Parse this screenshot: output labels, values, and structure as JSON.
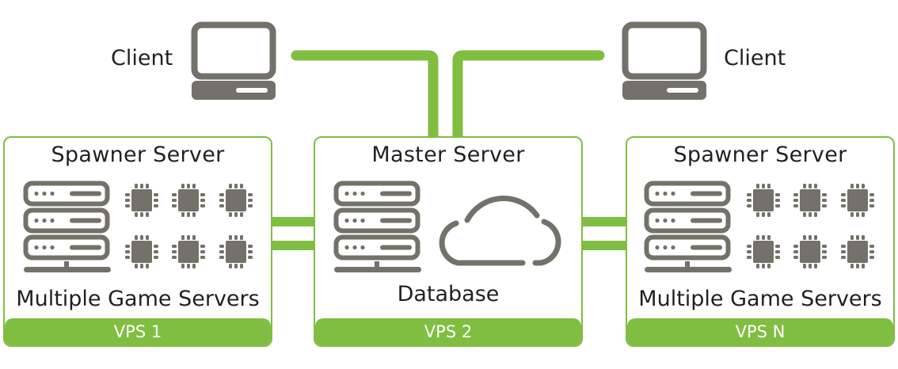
{
  "colors": {
    "accent": "#80be41",
    "icon": "#737169",
    "text": "#231f20"
  },
  "clients": [
    {
      "label": "Client",
      "icon": "desktop-computer-icon"
    },
    {
      "label": "Client",
      "icon": "desktop-computer-icon"
    }
  ],
  "nodes": [
    {
      "title": "Spawner Server",
      "subtitle": "Multiple Game Servers",
      "footer": "VPS 1",
      "icons": [
        "server-rack-icon",
        "cpu-chip-icon"
      ]
    },
    {
      "title": "Master Server",
      "subtitle": "Database",
      "footer": "VPS 2",
      "icons": [
        "server-rack-icon",
        "cloud-icon"
      ]
    },
    {
      "title": "Spawner Server",
      "subtitle": "Multiple Game Servers",
      "footer": "VPS N",
      "icons": [
        "server-rack-icon",
        "cpu-chip-icon"
      ]
    }
  ]
}
